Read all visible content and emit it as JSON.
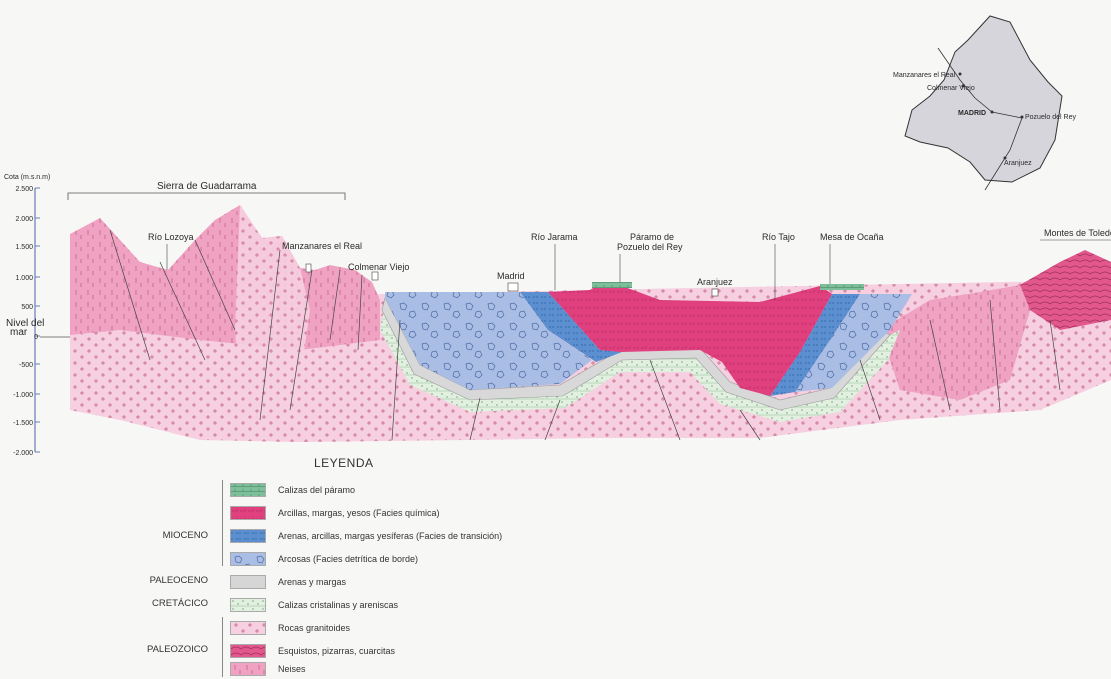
{
  "axis": {
    "title": "Cota (m.s.n.m)",
    "ticks": [
      "2.500",
      "2.000",
      "1.500",
      "1.000",
      "500",
      "0",
      "-500",
      "-1.000",
      "-1.500",
      "-2.000"
    ],
    "sea_level": [
      "Nivel del",
      "mar"
    ]
  },
  "labels": {
    "sierra": "Sierra de Guadarrama",
    "lozoya": "Río Lozoya",
    "manzanares": "Manzanares el Real",
    "colmenar": "Colmenar Viejo",
    "madrid": "Madrid",
    "jarama": "Río Jarama",
    "paramo_1": "Páramo de",
    "paramo_2": "Pozuelo del Rey",
    "aranjuez": "Aranjuez",
    "tajo": "Río Tajo",
    "ocana": "Mesa de Ocaña",
    "toledo": "Montes de Toledo"
  },
  "map": {
    "places": [
      "Manzanares el Real",
      "Colmenar Viejo",
      "MADRID",
      "Pozuelo del Rey",
      "Aranjuez"
    ]
  },
  "legend": {
    "title": "LEYENDA",
    "eras": [
      "MIOCENO",
      "PALEOCENO",
      "CRETÁCICO",
      "PALEOZOICO"
    ],
    "items": [
      {
        "label": "Calizas del páramo",
        "color": "#7dbf9a"
      },
      {
        "label": "Arcillas, margas, yesos (Facies química)",
        "color": "#e0407e"
      },
      {
        "label": "Arenas, arcillas, margas yesíferas (Facies de transición)",
        "color": "#5b8fd0"
      },
      {
        "label": "Arcosas (Facies detrítica de borde)",
        "color": "#a9bde4"
      },
      {
        "label": "Arenas y margas",
        "color": "#d6d6d6"
      },
      {
        "label": "Calizas cristalinas y areniscas",
        "color": "#dfeedd"
      },
      {
        "label": "Rocas granitoides",
        "color": "#f5c9dc"
      },
      {
        "label": "Esquistos, pizarras, cuarcitas",
        "color": "#e45c90"
      },
      {
        "label": "Neises",
        "color": "#ef9fbf"
      }
    ]
  }
}
